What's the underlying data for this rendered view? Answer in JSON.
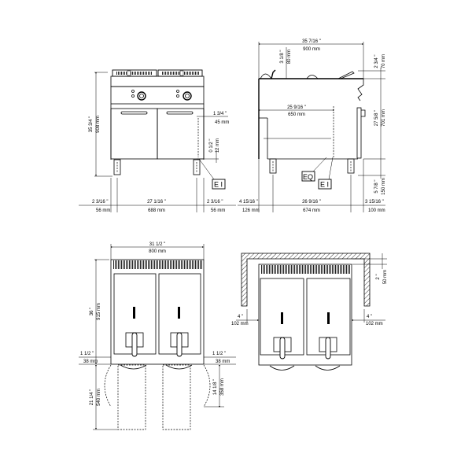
{
  "drawing": {
    "title": "Double-well fryer technical dimension drawing",
    "views": {
      "front": {
        "height_in": "35 3/4 \"",
        "height_mm": "908 mm",
        "side_offset_in": "1 3/4 \"",
        "side_offset_mm": "45 mm",
        "inlet_in": "0 1/2 \"",
        "inlet_mm": "12 mm",
        "left_in": "2 3/16 \"",
        "left_mm": "56 mm",
        "center_in": "27 1/16 \"",
        "center_mm": "688 mm",
        "right_in": "2 3/16 \"",
        "right_mm": "56 mm",
        "tag_ei": "E I"
      },
      "side": {
        "width_in": "35 7/16 \"",
        "width_mm": "900 mm",
        "top_offset_in": "3 1/8 \"",
        "top_offset_mm": "80 mm",
        "top_right_in": "2 3/4 \"",
        "top_right_mm": "70 mm",
        "inner_in": "25 9/16 \"",
        "inner_mm": "650 mm",
        "body_in": "27 5/8 \"",
        "body_mm": "701 mm",
        "leg_in": "5 7/8 \"",
        "leg_mm": "150 mm",
        "left_in": "4 15/16 \"",
        "left_mm": "126 mm",
        "center_in": "26 9/16 \"",
        "center_mm": "674 mm",
        "right_in": "3 15/16 \"",
        "right_mm": "100 mm",
        "tag_eq": "EQ",
        "tag_ei": "E I"
      },
      "top": {
        "width_in": "31 1/2 \"",
        "width_mm": "800 mm",
        "depth_in": "36 \"",
        "depth_mm": "915 mm",
        "left_in": "1 1/2 \"",
        "left_mm": "38 mm",
        "right_in": "1 1/2 \"",
        "right_mm": "38 mm",
        "door_in": "21 1/4 \"",
        "door_mm": "540 mm",
        "swing_in": "14 1/8 \"",
        "swing_mm": "358 mm"
      },
      "clearance": {
        "left_in": "4 \"",
        "left_mm": "102 mm",
        "right_in": "4 \"",
        "right_mm": "102 mm",
        "back_in": "2 \"",
        "back_mm": "50 mm"
      }
    }
  }
}
